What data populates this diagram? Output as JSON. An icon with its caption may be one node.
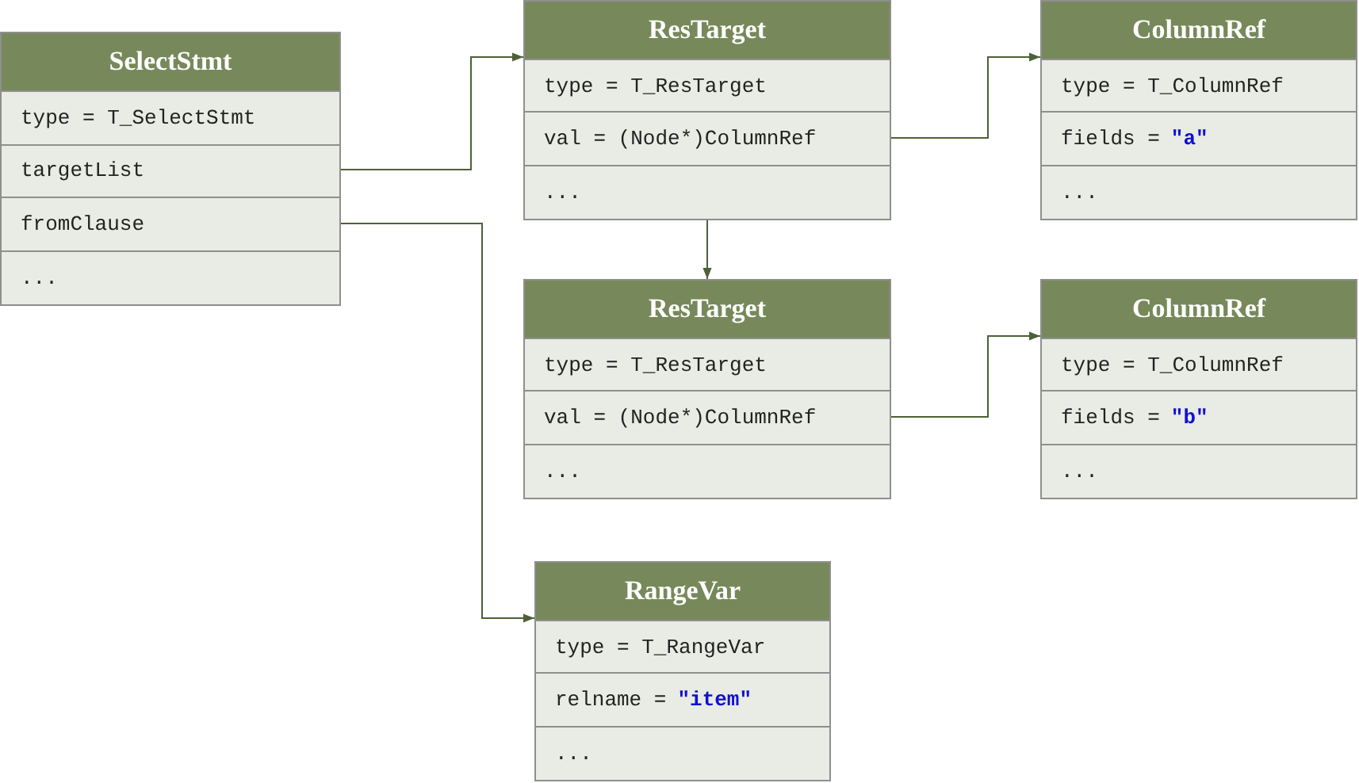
{
  "diagram": {
    "nodes": [
      {
        "text": [
          "SelectStmt"
        ]
      },
      {
        "text": [
          "type = T_SelectStmt"
        ],
        "in": 0
      },
      {
        "text": [
          "targetList"
        ],
        "in": 0
      },
      {
        "text": [
          "fromClause"
        ],
        "in": 0
      },
      {
        "text": [
          "..."
        ],
        "in": 0
      },
      {
        "text": [
          "ResTarget"
        ]
      },
      {
        "text": [
          "type = T_ResTarget"
        ],
        "in": 5
      },
      {
        "text": [
          "val = (Node*)ColumnRef"
        ],
        "in": 5
      },
      {
        "text": [
          "..."
        ],
        "in": 5
      },
      {
        "text": [
          "ColumnRef"
        ]
      },
      {
        "text": [
          "type = T_ColumnRef"
        ],
        "in": 9
      },
      {
        "text": [
          "fields =",
          "\"a\""
        ],
        "in": 9
      },
      {
        "text": [
          "..."
        ],
        "in": 9
      },
      {
        "text": [
          "ResTarget"
        ]
      },
      {
        "text": [
          "type = T_ResTarget"
        ],
        "in": 13
      },
      {
        "text": [
          "val = (Node*)ColumnRef"
        ],
        "in": 13
      },
      {
        "text": [
          "..."
        ],
        "in": 13
      },
      {
        "text": [
          "ColumnRef"
        ]
      },
      {
        "text": [
          "type = T_ColumnRef"
        ],
        "in": 17
      },
      {
        "text": [
          "fields =",
          "\"b\""
        ],
        "in": 17
      },
      {
        "text": [
          "..."
        ],
        "in": 17
      },
      {
        "text": [
          "RangeVar"
        ]
      },
      {
        "text": [
          "type = T_RangeVar"
        ],
        "in": 21
      },
      {
        "text": [
          "relname =",
          "\"item\""
        ],
        "in": 21
      },
      {
        "text": [
          "..."
        ],
        "in": 21
      }
    ],
    "edges": [
      {
        "from": 2,
        "to": 5,
        "arrow": "to"
      },
      {
        "from": 7,
        "to": 9,
        "arrow": "to"
      },
      {
        "from": 5,
        "to": 13,
        "arrow": "to"
      },
      {
        "from": 15,
        "to": 17,
        "arrow": "to"
      },
      {
        "from": 3,
        "to": 21,
        "arrow": "to"
      }
    ]
  }
}
